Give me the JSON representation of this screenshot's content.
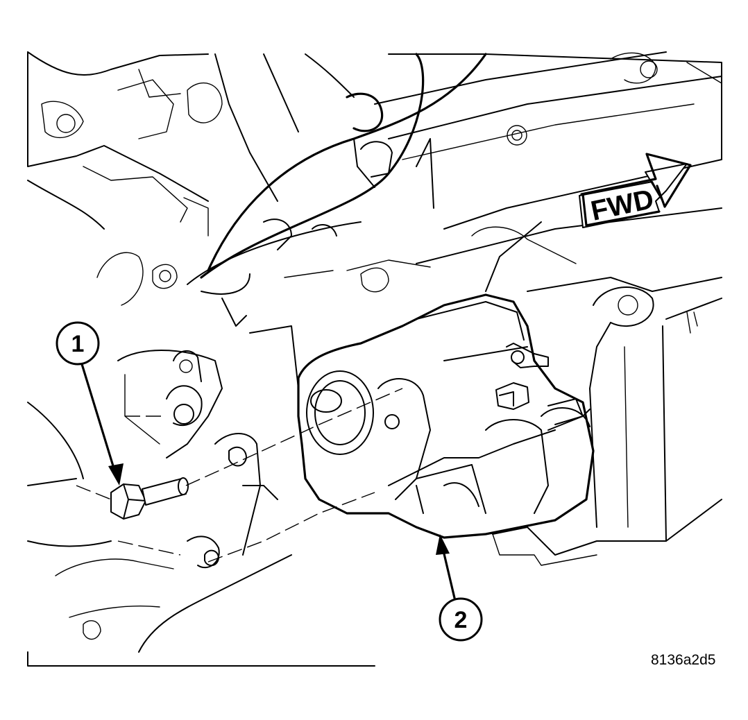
{
  "diagram": {
    "direction_label": "FWD",
    "callouts": [
      {
        "number": "1",
        "part": "bolt"
      },
      {
        "number": "2",
        "part": "starter-motor"
      }
    ],
    "figure_id": "8136a2d5",
    "colors": {
      "line": "#000000",
      "background": "#ffffff"
    }
  }
}
